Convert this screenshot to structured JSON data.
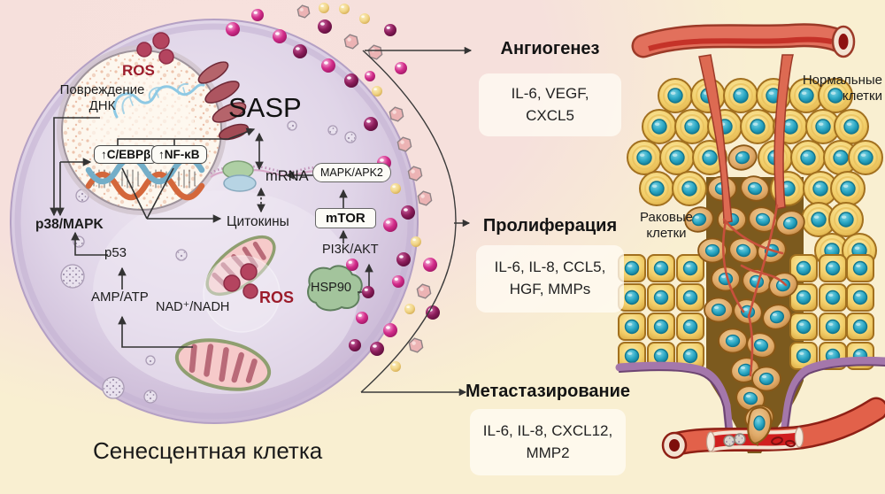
{
  "diagram_title": "Сенесцентная клетка",
  "cell": {
    "ros_top_label": "ROS",
    "dna_damage_label": "Повреждение ДНК",
    "sasp_label": "SASP",
    "cebp_box_label": "↑C/EBPβ",
    "nfkb_box_label": "↑NF-κB",
    "p38_label": "p38/MAPK",
    "p53_label": "p53",
    "amp_label": "AMP/ATP",
    "nad_label": "NAD⁺/NADH",
    "ros_mito_label": "ROS",
    "mrna_label": "mRNA",
    "cytokines_label": "Цитокины",
    "mapk_apk2_box_label": "MAPK/APK2",
    "mtor_box_label": "mTOR",
    "pi3k_label": "PI3K/AKT",
    "hsp90_label": "HSP90"
  },
  "processes": [
    {
      "title": "Ангиогенез",
      "factors": "IL-6, VEGF, CXCL5"
    },
    {
      "title": "Пролиферация",
      "factors": "IL-6, IL-8, CCL5, HGF, MMPs"
    },
    {
      "title": "Метастазирование",
      "factors": "IL-6, IL-8, CXCL12, MMP2"
    }
  ],
  "tissue": {
    "normal_cells_label": "Нормальные клетки",
    "cancer_cells_label": "Раковые клетки"
  },
  "colors": {
    "background_top": "#f7e1dd",
    "background_bottom": "#f9efd1",
    "cell_lavender": "#cdbcd8",
    "nucleus_cream": "#fdf7ee",
    "ros_red": "#9c1c2b",
    "particle_magenta": "#d42e8c",
    "particle_dark": "#8d1d5b",
    "particle_pink": "#ecb3b4",
    "particle_yellow": "#f2d788",
    "vessel_red": "#e2705c",
    "normal_cell_yellow": "#f2cf6b",
    "cancer_cell_tan": "#dfa968",
    "nucleus_teal": "#2aa7c4",
    "membrane_purple": "#a477ab",
    "arrow_black": "#333333"
  }
}
